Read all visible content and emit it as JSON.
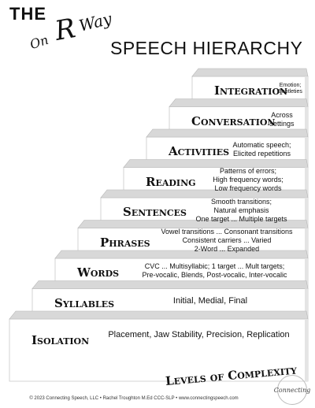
{
  "title": {
    "the": "THE",
    "script_on": "On",
    "script_r": "R",
    "script_way": "Way",
    "main": "SPEECH HIERARCHY"
  },
  "steps": [
    {
      "label": "Isolation",
      "desc": [
        "Placement, Jaw Stability, Precision, Replication"
      ]
    },
    {
      "label": "Syllables",
      "desc": [
        "Initial, Medial, Final"
      ]
    },
    {
      "label": "Words",
      "desc": [
        "CVC ... Multisyllabic; 1 target ... Mult targets;",
        "Pre-vocalic, Blends, Post-vocalic, Inter-vocalic"
      ]
    },
    {
      "label": "Phrases",
      "desc": [
        "Vowel transitions ... Consonant transitions",
        "Consistent carriers ... Varied",
        "2-Word ... Expanded"
      ]
    },
    {
      "label": "Sentences",
      "desc": [
        "Smooth transitions;",
        "Natural emphasis",
        "One target ... Multiple targets"
      ]
    },
    {
      "label": "Reading",
      "desc": [
        "Patterns of errors;",
        "High frequency words;",
        "Low frequency words"
      ]
    },
    {
      "label": "Activities",
      "desc": [
        "Automatic speech;",
        "Elicited repetitions"
      ]
    },
    {
      "label": "Conversation",
      "desc": [
        "Across",
        "settings"
      ]
    },
    {
      "label": "Integration",
      "desc": [
        "Emotion;",
        "Subtleties"
      ]
    }
  ],
  "levels_label": "Levels of Complexity",
  "footer": "© 2023 Connecting Speech, LLC  •  Rachel Troughton M.Ed CCC-SLP  •  www.connectingspeech.com",
  "logo_text": "Connecting"
}
